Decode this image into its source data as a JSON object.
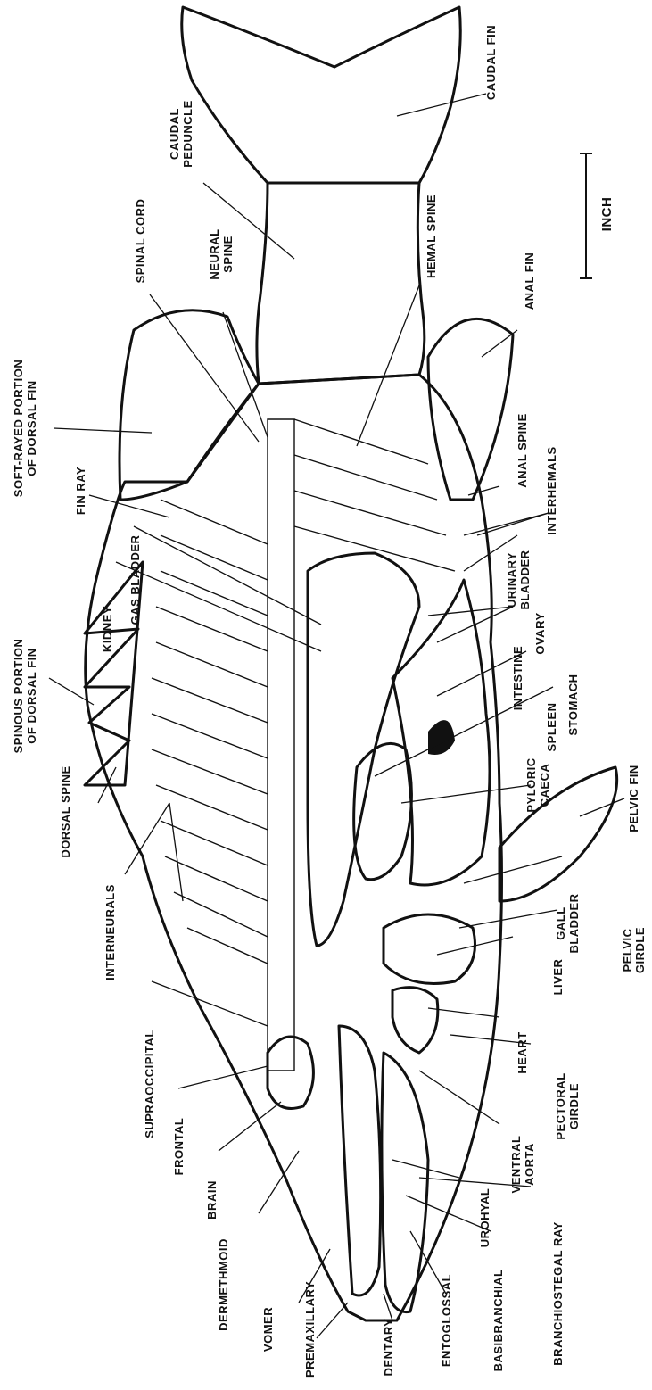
{
  "labels": {
    "caudal_fin": "CAUDAL FIN",
    "caudal_peduncle_1": "CAUDAL",
    "caudal_peduncle_2": "PEDUNCLE",
    "inch": "INCH",
    "spinal_cord": "SPINAL CORD",
    "neural_spine_1": "NEURAL",
    "neural_spine_2": "SPINE",
    "hemal_spine": "HEMAL SPINE",
    "anal_fin": "ANAL FIN",
    "soft_rayed_1": "SOFT-RAYED PORTION",
    "soft_rayed_2": "OF DORSAL FIN",
    "fin_ray": "FIN RAY",
    "anal_spine": "ANAL SPINE",
    "interhemals": "INTERHEMALS",
    "gas_bladder": "GAS BLADDER",
    "urinary_bladder_1": "URINARY",
    "urinary_bladder_2": "BLADDER",
    "kidney": "KIDNEY",
    "ovary": "OVARY",
    "intestine": "INTESTINE",
    "spinous_1": "SPINOUS PORTION",
    "spinous_2": "OF DORSAL FIN",
    "spleen": "SPLEEN",
    "stomach": "STOMACH",
    "pyloric_1": "PYLORIC",
    "pyloric_2": "CAECA",
    "dorsal_spine": "DORSAL SPINE",
    "pelvic_fin": "PELVIC FIN",
    "interneurals": "INTERNEURALS",
    "gall_1": "GALL",
    "gall_2": "BLADDER",
    "pelvic_girdle_1": "PELVIC",
    "pelvic_girdle_2": "GIRDLE",
    "liver": "LIVER",
    "supraoccipital": "SUPRAOCCIPITAL",
    "heart": "HEART",
    "pectoral_1": "PECTORAL",
    "pectoral_2": "GIRDLE",
    "frontal": "FRONTAL",
    "ventral_1": "VENTRAL",
    "ventral_2": "AORTA",
    "brain": "BRAIN",
    "urohyal": "UROHYAL",
    "dermethmoid": "DERMETHMOID",
    "branchiostegal": "BRANCHIOSTEGAL RAY",
    "vomer": "VOMER",
    "basibranchial": "BASIBRANCHIAL",
    "premaxillary": "PREMAXILLARY",
    "dentary": "DENTARY",
    "entoglossal": "ENTOGLOSSAL"
  },
  "colors": {
    "ink": "#111111",
    "paper": "#ffffff",
    "stipple": "#333333"
  }
}
